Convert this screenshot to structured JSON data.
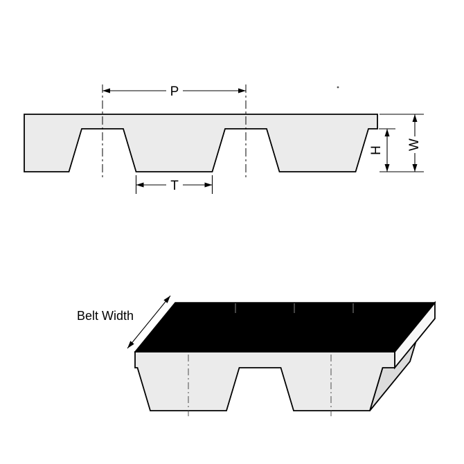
{
  "figure": {
    "labels": {
      "pitch": "P",
      "tooth_width": "T",
      "tooth_height": "H",
      "belt_thickness": "W",
      "belt_width": "Belt Width"
    },
    "colors": {
      "belt_fill": "#ebebeb",
      "end_face_fill": "#f7f7f7",
      "flank_fill": "#dcdcdc",
      "top_face_fill": "#000000",
      "outline": "#000000",
      "background": "#ffffff"
    }
  }
}
